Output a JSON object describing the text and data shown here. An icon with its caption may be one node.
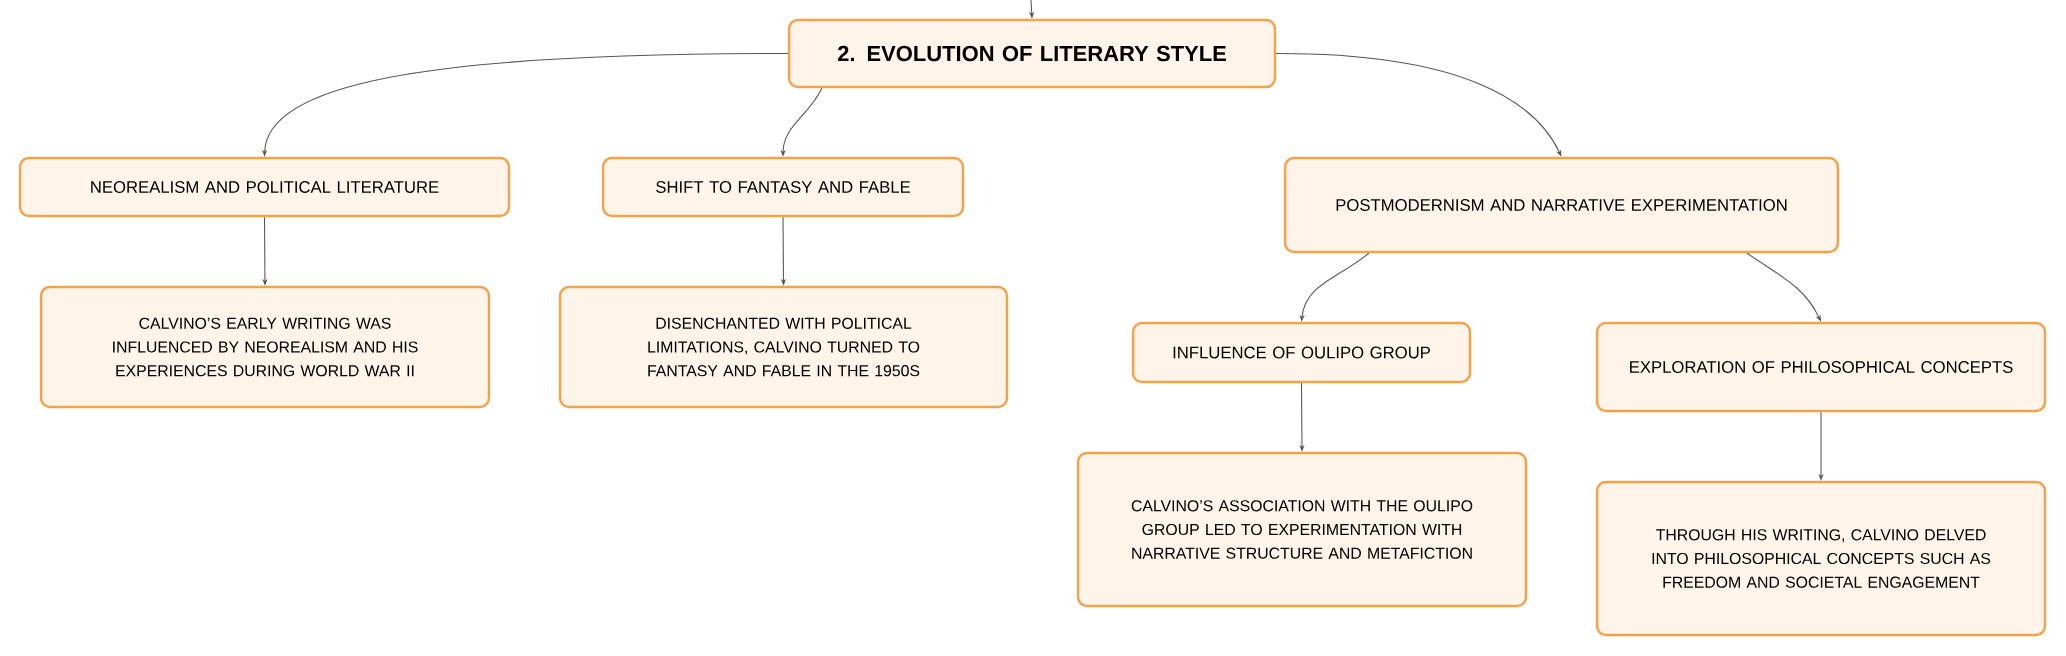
{
  "diagram": {
    "nodes": [
      {
        "text": [
          "2. EVOLUTION OF LITERARY STYLE"
        ]
      },
      {
        "text": [
          "NEOREALISM AND POLITICAL LITERATURE"
        ]
      },
      {
        "text": [
          "SHIFT TO FANTASY AND FABLE"
        ]
      },
      {
        "text": [
          "POSTMODERNISM AND NARRATIVE EXPERIMENTATION"
        ]
      },
      {
        "text": [
          "CALVINO’S EARLY WRITING WAS INFLUENCED BY NEOREALISM AND HIS EXPERIENCES DURING WORLD WAR II"
        ]
      },
      {
        "text": [
          "DISENCHANTED WITH POLITICAL LIMITATIONS, CALVINO TURNED TO FANTASY AND FABLE IN THE 1950S"
        ]
      },
      {
        "text": [
          "INFLUENCE OF OULIPO GROUP"
        ]
      },
      {
        "text": [
          "EXPLORATION OF PHILOSOPHICAL CONCEPTS"
        ]
      },
      {
        "text": [
          "CALVINO’S ASSOCIATION WITH THE OULIPO GROUP LED TO EXPERIMENTATION WITH NARRATIVE STRUCTURE AND METAFICTION"
        ]
      },
      {
        "text": [
          "THROUGH HIS WRITING, CALVINO DELVED INTO PHILOSOPHICAL CONCEPTS SUCH AS FREEDOM AND SOCIETAL ENGAGEMENT"
        ]
      }
    ],
    "edges": [
      {
        "from": null,
        "to": 0,
        "arrow": "to"
      },
      {
        "from": 0,
        "to": 1,
        "arrow": "to"
      },
      {
        "from": 0,
        "to": 2,
        "arrow": "to"
      },
      {
        "from": 0,
        "to": 3,
        "arrow": "to"
      },
      {
        "from": 1,
        "to": 4,
        "arrow": "to"
      },
      {
        "from": 2,
        "to": 5,
        "arrow": "to"
      },
      {
        "from": 3,
        "to": 6,
        "arrow": "to"
      },
      {
        "from": 3,
        "to": 7,
        "arrow": "to"
      },
      {
        "from": 6,
        "to": 8,
        "arrow": "to"
      },
      {
        "from": 7,
        "to": 9,
        "arrow": "to"
      }
    ]
  }
}
